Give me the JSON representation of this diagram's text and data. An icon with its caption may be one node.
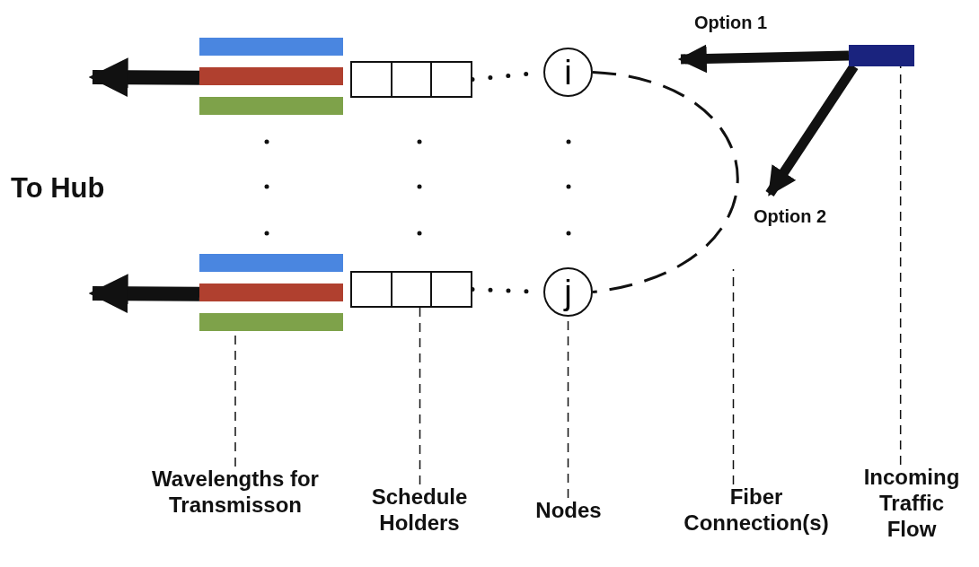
{
  "diagram": {
    "nodes": [
      {
        "text": [],
        "shape": "bar"
      },
      {
        "text": [],
        "shape": "box"
      },
      {
        "text": [
          "i"
        ]
      },
      {
        "text": [],
        "shape": "bar"
      },
      {
        "text": [],
        "shape": "bar"
      },
      {
        "text": [],
        "shape": "box"
      },
      {
        "text": [
          "j"
        ]
      },
      {
        "text": [
          "Wavelengths for Transmisson"
        ]
      },
      {
        "text": [
          "Schedule Holders"
        ]
      },
      {
        "text": [
          "Nodes"
        ]
      },
      {
        "text": [
          "Fiber Connection(s)"
        ]
      },
      {
        "text": [
          "Incoming Traffic Flow"
        ]
      }
    ],
    "edges": [
      {
        "from": 0,
        "to": null,
        "arrow": "to",
        "style": "thick"
      },
      {
        "from": 1,
        "to": 2,
        "arrow": "none",
        "style": "dashed"
      },
      {
        "from": 3,
        "to": null,
        "arrow": "to",
        "style": "thick",
        "label": "Option 1"
      },
      {
        "from": 3,
        "to": null,
        "arrow": "to",
        "style": "thick",
        "label": "Option 2"
      },
      {
        "from": 2,
        "to": 6,
        "arrow": "none",
        "style": "dashed"
      },
      {
        "from": 4,
        "to": null,
        "arrow": "to",
        "style": "thick"
      },
      {
        "from": 5,
        "to": 6,
        "arrow": "none",
        "style": "dashed"
      },
      {
        "from": 7,
        "to": 4,
        "arrow": "none",
        "style": "dashed"
      },
      {
        "from": 8,
        "to": 5,
        "arrow": "none",
        "style": "dashed"
      },
      {
        "from": 9,
        "to": 6,
        "arrow": "none",
        "style": "dashed"
      },
      {
        "from": 10,
        "to": null,
        "arrow": "none",
        "style": "dashed"
      },
      {
        "from": 11,
        "to": 3,
        "arrow": "none",
        "style": "dashed"
      }
    ],
    "labels": [
      "To Hub"
    ]
  }
}
